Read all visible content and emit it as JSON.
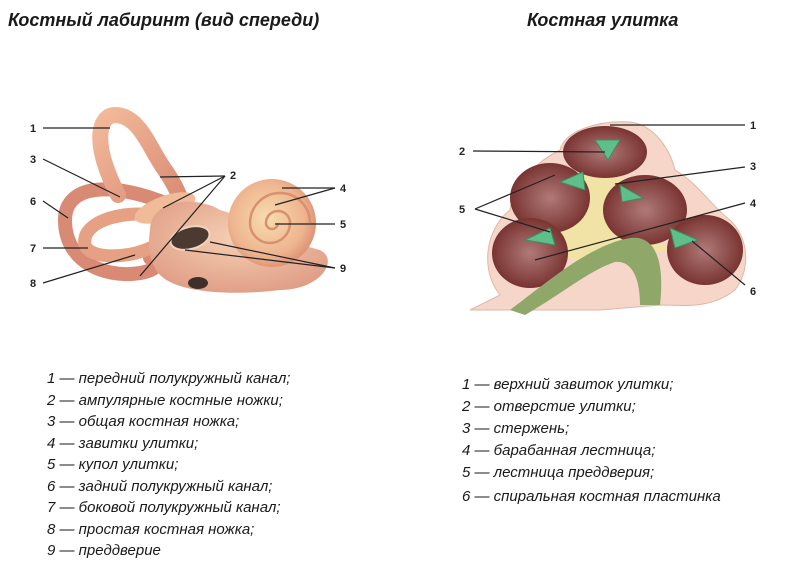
{
  "left_panel": {
    "title": "Костный лабиринт (вид спереди)",
    "callout_numbers": [
      "1",
      "2",
      "3",
      "4",
      "5",
      "6",
      "7",
      "8",
      "9"
    ],
    "legend": [
      {
        "num": "1",
        "text": "1 — передний полукружный канал;"
      },
      {
        "num": "2",
        "text": "2 — ампулярные костные ножки;"
      },
      {
        "num": "3",
        "text": "3 — общая костная ножка;"
      },
      {
        "num": "4",
        "text": "4 — завитки улитки;"
      },
      {
        "num": "5",
        "text": "5 — купол улитки;"
      },
      {
        "num": "6",
        "text": "6 — задний полукружный канал;"
      },
      {
        "num": "7",
        "text": "7 — боковой полукружный канал;"
      },
      {
        "num": "8",
        "text": "8 — простая костная ножка;"
      },
      {
        "num": "9",
        "text": "9 — преддверие"
      }
    ]
  },
  "right_panel": {
    "title": "Костная улитка",
    "callout_numbers": [
      "1",
      "2",
      "3",
      "4",
      "5",
      "6"
    ],
    "legend": [
      {
        "num": "1",
        "text": "1 — верхний завиток улитки;"
      },
      {
        "num": "2",
        "text": "2 — отверстие улитки;"
      },
      {
        "num": "3",
        "text": "3 — стержень;"
      },
      {
        "num": "4",
        "text": "4 — барабанная лестница;"
      },
      {
        "num": "5",
        "text": "5 — лестница преддверия;"
      },
      {
        "num": "6",
        "text": "6 — спиральная костная пластинка"
      }
    ]
  },
  "colors": {
    "bone_pink": "#e8a58a",
    "bone_light": "#f4c9a8",
    "cavity_dark": "#7a2e2a",
    "lamina_green": "#5fbf8a",
    "modiolus_yellow": "#f1e2a6",
    "nerve_green": "#8fa86a"
  }
}
